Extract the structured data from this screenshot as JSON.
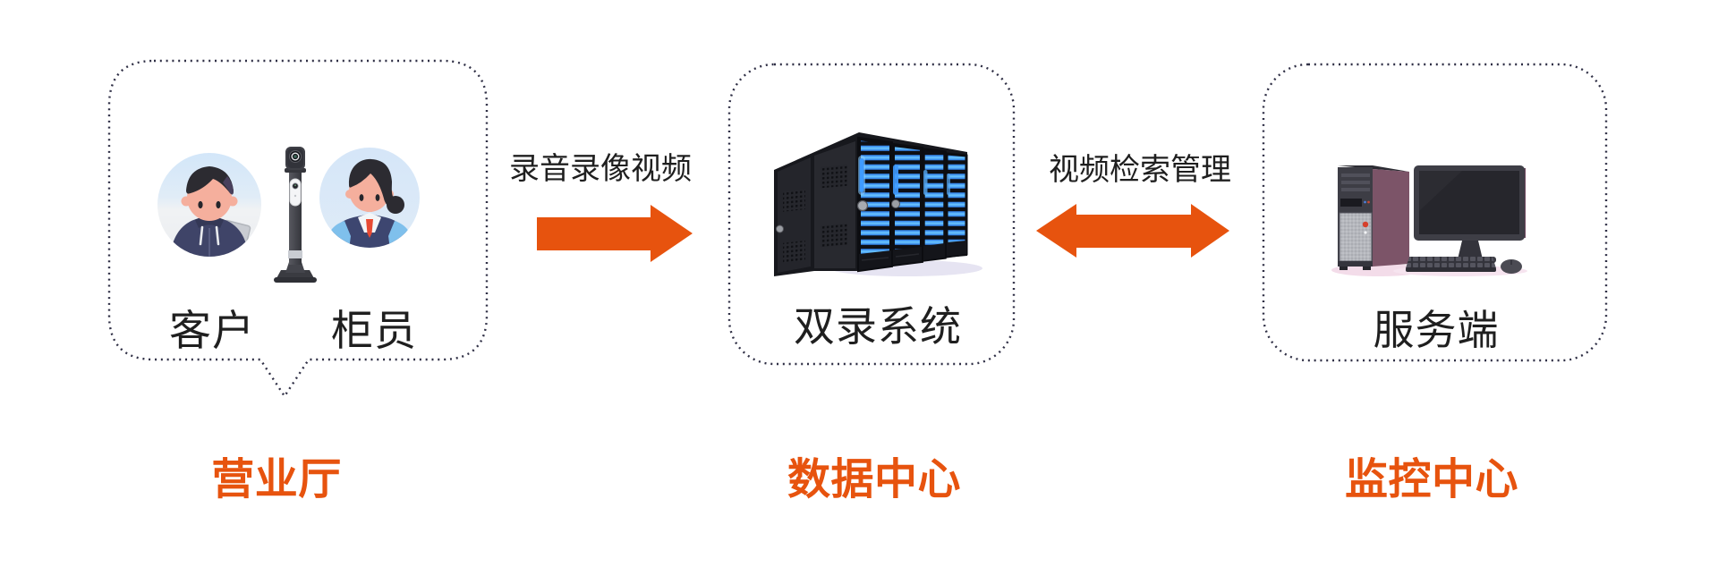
{
  "nodes": {
    "hall": {
      "caption": "营业厅",
      "members": {
        "customer": "客户",
        "teller": "柜员"
      }
    },
    "datacenter": {
      "caption": "数据中心",
      "label": "双录系统"
    },
    "monitoring": {
      "caption": "监控中心",
      "label": "服务端"
    }
  },
  "arrows": {
    "recording": {
      "label": "录音录像视频",
      "direction": "right"
    },
    "retrieval": {
      "label": "视频检索管理",
      "direction": "both"
    }
  },
  "colors": {
    "accent_orange": "#E7530E",
    "border_dot": "#2F2F45",
    "label_text": "#1F1F1F",
    "background": "#FFFFFF"
  }
}
